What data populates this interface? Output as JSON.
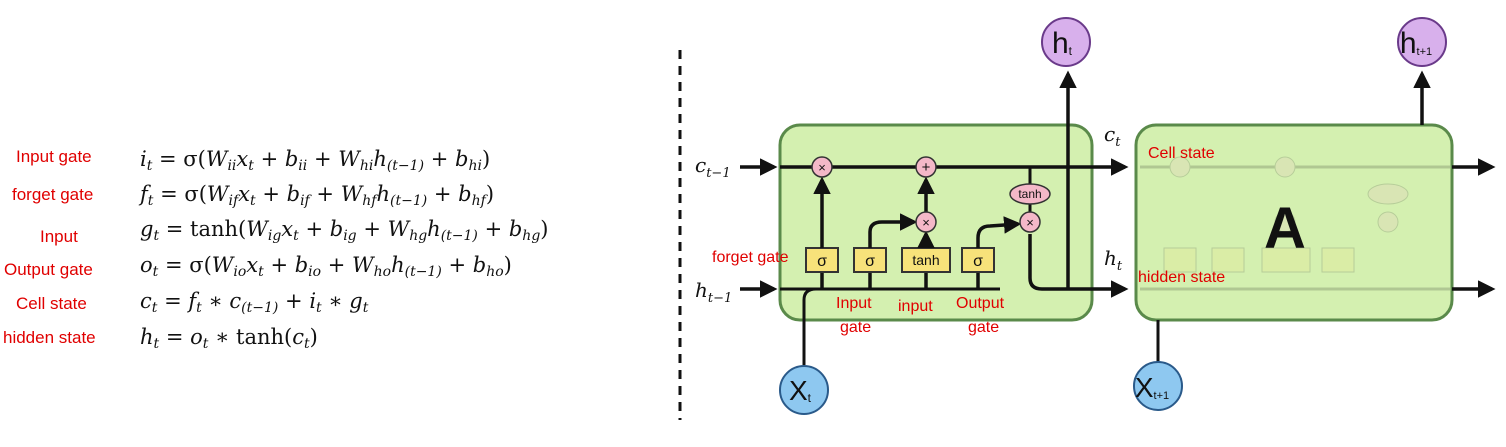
{
  "equations": [
    {
      "label": "Input gate",
      "lhs": "i",
      "lhs_sub": "t",
      "rhs": "= σ(W_ii x_t + b_ii + W_hi h_(t−1) + b_hi)"
    },
    {
      "label": "forget gate",
      "lhs": "f",
      "lhs_sub": "t",
      "rhs": "= σ(W_if x_t + b_if + W_hf h_(t−1) + b_hf)"
    },
    {
      "label": "Input",
      "lhs": "g",
      "lhs_sub": "t",
      "rhs": "= tanh(W_ig x_t + b_ig + W_hg h_(t−1) + b_hg)"
    },
    {
      "label": "Output gate",
      "lhs": "o",
      "lhs_sub": "t",
      "rhs": "= σ(W_io x_t + b_io + W_ho h_(t−1) + b_ho)"
    },
    {
      "label": "Cell state",
      "lhs": "c",
      "lhs_sub": "t",
      "rhs": "= f_t ∗ c_(t−1) + i_t ∗ g_t"
    },
    {
      "label": "hidden state",
      "lhs": "h",
      "lhs_sub": "t",
      "rhs": "= o_t ∗ tanh(c_t)"
    }
  ],
  "diagram": {
    "annotations": {
      "forget_gate": "forget gate",
      "input_gate_1": "Input",
      "input_gate_2": "gate",
      "input": "input",
      "output_gate_1": "Output",
      "output_gate_2": "gate",
      "cell_state": "Cell state",
      "hidden_state": "hidden state"
    },
    "cell1": {
      "c_prev": "c",
      "c_prev_sub": "t−1",
      "h_prev": "h",
      "h_prev_sub": "t−1",
      "c_out": "c",
      "c_out_sub": "t",
      "h_out": "h",
      "h_out_sub": "t",
      "ops": {
        "mult1": "×",
        "add": "+",
        "mult2": "×",
        "mult3": "×",
        "tanh_out": "tanh"
      },
      "gates": [
        "σ",
        "σ",
        "tanh",
        "σ"
      ],
      "x_in": "X",
      "x_in_sub": "t",
      "h_top": "h",
      "h_top_sub": "t"
    },
    "cell2": {
      "label": "A",
      "x_in": "X",
      "x_in_sub": "t+1",
      "h_top": "h",
      "h_top_sub": "t+1"
    },
    "colors": {
      "cell_fill": "#d4f0b0",
      "cell_stroke": "#5a8a4a",
      "gate_fill": "#f7e27a",
      "op_fill": "#f4b8c8",
      "x_fill": "#8ec8f0",
      "h_fill": "#d8b0ec",
      "label_red": "#e00000"
    }
  }
}
